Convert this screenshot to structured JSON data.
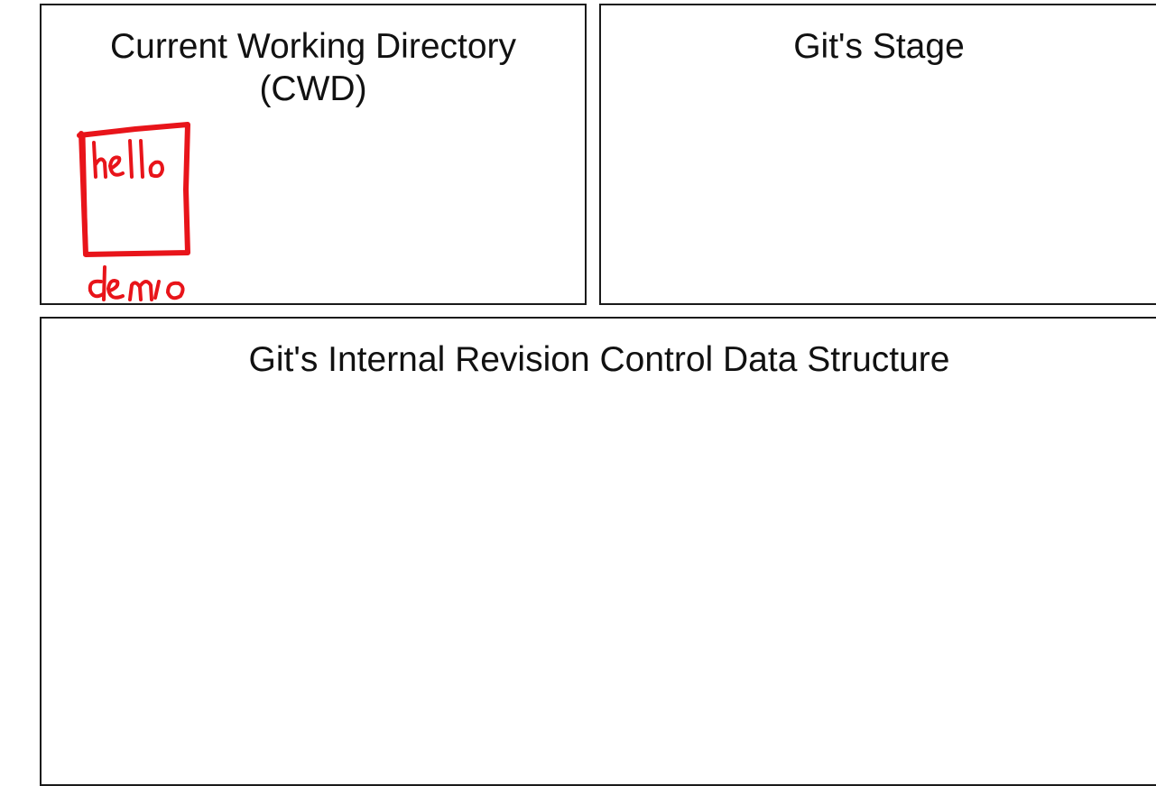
{
  "panels": {
    "cwd": {
      "title": "Current Working Directory (CWD)"
    },
    "stage": {
      "title": "Git's Stage"
    },
    "internal": {
      "title": "Git's Internal Revision Control Data Structure"
    }
  },
  "annotations": {
    "file_label": "hello",
    "folder_label": "demo",
    "ink_color": "#e8141a"
  }
}
